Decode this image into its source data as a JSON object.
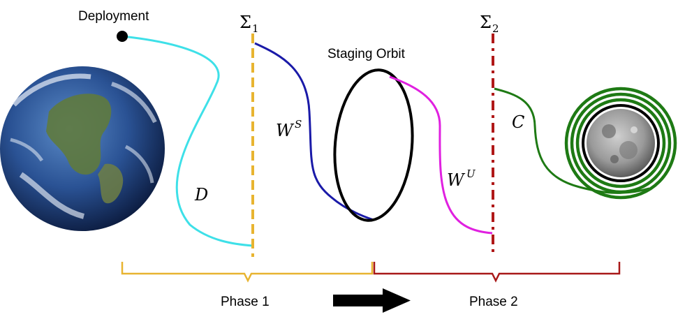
{
  "labels": {
    "deployment": "Deployment",
    "staging_orbit": "Staging Orbit",
    "phase1": "Phase 1",
    "phase2": "Phase 2"
  },
  "sections": {
    "sigma1": {
      "symbol": "Σ",
      "subscript": "1"
    },
    "sigma2": {
      "symbol": "Σ",
      "subscript": "2"
    }
  },
  "arcs": {
    "d": {
      "symbol": "D"
    },
    "ws": {
      "symbol": "W",
      "superscript": "S"
    },
    "wu": {
      "symbol": "W",
      "superscript": "U"
    },
    "c": {
      "symbol": "C"
    }
  },
  "colors": {
    "d_arc": "#3ee0e8",
    "ws_arc": "#1a1aa8",
    "wu_arc": "#e020e0",
    "c_arc": "#1e7a14",
    "sigma1_line": "#e8b430",
    "sigma2_line": "#b01818",
    "phase1_brace": "#e8b430",
    "phase2_brace": "#a81818",
    "orbit": "#000000",
    "arrow": "#000000"
  },
  "icons": {
    "earth": "earth-icon",
    "moon": "moon-icon",
    "arrow": "right-arrow-icon"
  }
}
